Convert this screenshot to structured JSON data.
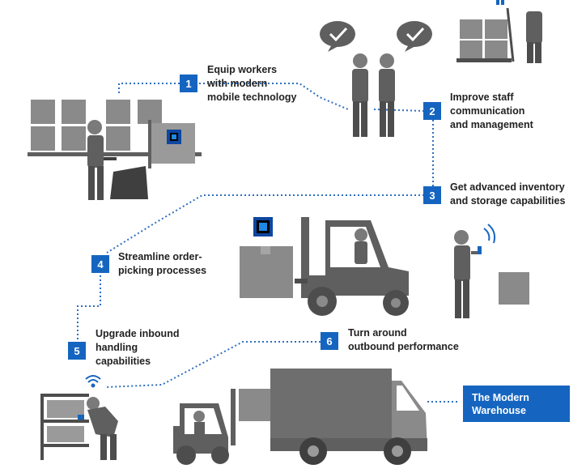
{
  "steps": [
    {
      "number": "1",
      "lines": [
        "Equip workers",
        "with modern",
        "mobile technology"
      ]
    },
    {
      "number": "2",
      "lines": [
        "Improve staff",
        "communication",
        "and management"
      ]
    },
    {
      "number": "3",
      "lines": [
        "Get advanced inventory",
        "and storage capabilities"
      ]
    },
    {
      "number": "4",
      "lines": [
        "Streamline order-",
        "picking processes"
      ]
    },
    {
      "number": "5",
      "lines": [
        "Upgrade inbound",
        "handling",
        "capabilities"
      ]
    },
    {
      "number": "6",
      "lines": [
        "Turn around",
        "outbound performance"
      ]
    }
  ],
  "cta": {
    "lines": [
      "The Modern",
      "Warehouse"
    ]
  },
  "colors": {
    "accent": "#1565c0",
    "connector": "#2e6fbf",
    "illustration_gray": "#5f5f5f",
    "box_gray": "#8a8a8a"
  },
  "icons": [
    "checkmark-speech-bubble-icon",
    "wifi-signal-icon",
    "tablet-device-icon"
  ]
}
